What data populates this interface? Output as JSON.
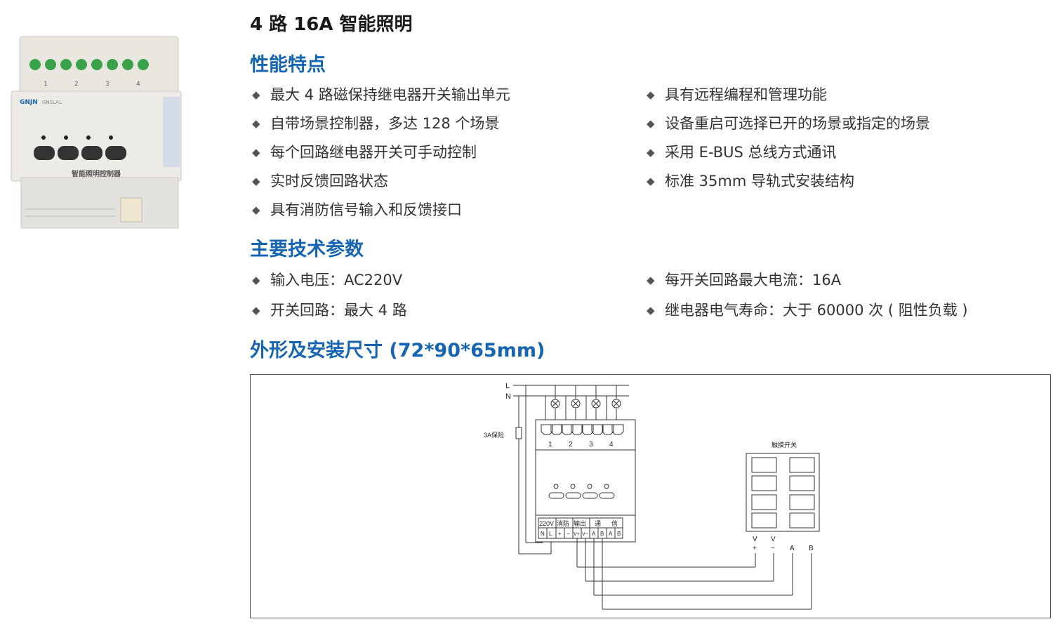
{
  "title": "4 路 16A 智能照明",
  "features": {
    "heading": "性能特点",
    "left": [
      "最大 4 路磁保持继电器开关输出单元",
      "自带场景控制器，多达 128 个场景",
      "每个回路继电器开关可手动控制",
      "实时反馈回路状态",
      "具有消防信号输入和反馈接口"
    ],
    "right": [
      "具有远程编程和管理功能",
      "设备重启可选择已开的场景或指定的场景",
      "采用 E-BUS 总线方式通讯",
      "标准 35mm 导轨式安装结构"
    ]
  },
  "params": {
    "heading": "主要技术参数",
    "left": [
      "输入电压：AC220V",
      "开关回路：最大 4 路"
    ],
    "right": [
      "每开关回路最大电流：16A",
      "继电器电气寿命：大于 60000 次 ( 阻性负载 )"
    ]
  },
  "dimensions": {
    "heading": "外形及安装尺寸 (72*90*65mm)"
  },
  "product": {
    "front_label": "智能照明控制器",
    "brand": "GNJN",
    "model": "GNSLAL",
    "terminal_numbers": [
      "1",
      "2",
      "3",
      "4"
    ]
  },
  "wiring": {
    "line_label": "L",
    "neutral_label": "N",
    "fuse_label": "3A保险",
    "channel_numbers": [
      "1",
      "2",
      "3",
      "4"
    ],
    "terminal_groups": [
      "220V",
      "消防",
      "输出",
      "通",
      "信"
    ],
    "terminal_pins": [
      "N",
      "L",
      "+",
      "−",
      "V+",
      "V−",
      "A",
      "B",
      "A",
      "B"
    ],
    "switch_label": "触摸开关",
    "switch_terminals_top": [
      "V",
      "V"
    ],
    "switch_terminals_bottom": [
      "+",
      "−",
      "A",
      "B"
    ]
  }
}
